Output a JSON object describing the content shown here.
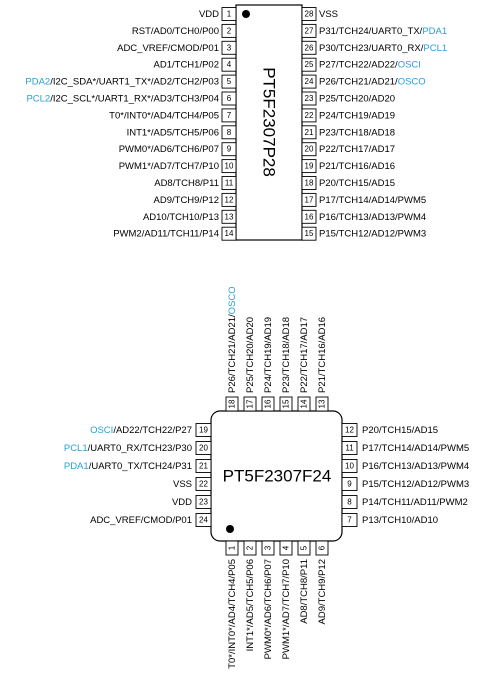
{
  "accent_color": "#2a9fd6",
  "chip28": {
    "name": "PT5F2307P28",
    "left": [
      {
        "num": "1",
        "segs": [
          {
            "t": "VDD"
          }
        ]
      },
      {
        "num": "2",
        "segs": [
          {
            "t": "RST/AD0/TCH0/P00"
          }
        ]
      },
      {
        "num": "3",
        "segs": [
          {
            "t": "ADC_VREF/CMOD/P01"
          }
        ]
      },
      {
        "num": "4",
        "segs": [
          {
            "t": "AD1/TCH1/P02"
          }
        ]
      },
      {
        "num": "5",
        "segs": [
          {
            "t": "PDA2",
            "c": 1
          },
          {
            "t": "/I2C_SDA*/UART1_TX*/AD2/TCH2/P03"
          }
        ]
      },
      {
        "num": "6",
        "segs": [
          {
            "t": "PCL2",
            "c": 1
          },
          {
            "t": "/I2C_SCL*/UART1_RX*/AD3/TCH3/P04"
          }
        ]
      },
      {
        "num": "7",
        "segs": [
          {
            "t": "T0*/INT0*/AD4/TCH4/P05"
          }
        ]
      },
      {
        "num": "8",
        "segs": [
          {
            "t": "INT1*/AD5/TCH5/P06"
          }
        ]
      },
      {
        "num": "9",
        "segs": [
          {
            "t": "PWM0*/AD6/TCH6/P07"
          }
        ]
      },
      {
        "num": "10",
        "segs": [
          {
            "t": "PWM1*/AD7/TCH7/P10"
          }
        ]
      },
      {
        "num": "11",
        "segs": [
          {
            "t": "AD8/TCH8/P11"
          }
        ]
      },
      {
        "num": "12",
        "segs": [
          {
            "t": "AD9/TCH9/P12"
          }
        ]
      },
      {
        "num": "13",
        "segs": [
          {
            "t": "AD10/TCH10/P13"
          }
        ]
      },
      {
        "num": "14",
        "segs": [
          {
            "t": "PWM2/AD11/TCH11/P14"
          }
        ]
      }
    ],
    "right": [
      {
        "num": "28",
        "segs": [
          {
            "t": "VSS"
          }
        ]
      },
      {
        "num": "27",
        "segs": [
          {
            "t": "P31/TCH24/UART0_TX/"
          },
          {
            "t": "PDA1",
            "c": 1
          }
        ]
      },
      {
        "num": "26",
        "segs": [
          {
            "t": "P30/TCH23/UART0_RX/"
          },
          {
            "t": "PCL1",
            "c": 1
          }
        ]
      },
      {
        "num": "25",
        "segs": [
          {
            "t": "P27/TCH22/AD22/"
          },
          {
            "t": "OSCI",
            "c": 1
          }
        ]
      },
      {
        "num": "24",
        "segs": [
          {
            "t": "P26/TCH21/AD21/"
          },
          {
            "t": "OSCO",
            "c": 1
          }
        ]
      },
      {
        "num": "23",
        "segs": [
          {
            "t": "P25/TCH20/AD20"
          }
        ]
      },
      {
        "num": "22",
        "segs": [
          {
            "t": "P24/TCH19/AD19"
          }
        ]
      },
      {
        "num": "21",
        "segs": [
          {
            "t": "P23/TCH18/AD18"
          }
        ]
      },
      {
        "num": "20",
        "segs": [
          {
            "t": "P22/TCH17/AD17"
          }
        ]
      },
      {
        "num": "19",
        "segs": [
          {
            "t": "P21/TCH16/AD16"
          }
        ]
      },
      {
        "num": "18",
        "segs": [
          {
            "t": "P20/TCH15/AD15"
          }
        ]
      },
      {
        "num": "17",
        "segs": [
          {
            "t": "P17/TCH14/AD14/PWM5"
          }
        ]
      },
      {
        "num": "16",
        "segs": [
          {
            "t": "P16/TCH13/AD13/PWM4"
          }
        ]
      },
      {
        "num": "15",
        "segs": [
          {
            "t": "P15/TCH12/AD12/PWM3"
          }
        ]
      }
    ]
  },
  "chip24": {
    "name": "PT5F2307F24",
    "top": [
      {
        "num": "18",
        "segs": [
          {
            "t": "P26/TCH21/AD21/"
          },
          {
            "t": "OSCO",
            "c": 1
          }
        ]
      },
      {
        "num": "17",
        "segs": [
          {
            "t": "P25/TCH20/AD20"
          }
        ]
      },
      {
        "num": "16",
        "segs": [
          {
            "t": "P24/TCH19/AD19"
          }
        ]
      },
      {
        "num": "15",
        "segs": [
          {
            "t": "P23/TCH18/AD18"
          }
        ]
      },
      {
        "num": "14",
        "segs": [
          {
            "t": "P22/TCH17/AD17"
          }
        ]
      },
      {
        "num": "13",
        "segs": [
          {
            "t": "P21/TCH16/AD16"
          }
        ]
      }
    ],
    "left": [
      {
        "num": "19",
        "segs": [
          {
            "t": "OSCI",
            "c": 1
          },
          {
            "t": "/AD22/TCH22/P27"
          }
        ]
      },
      {
        "num": "20",
        "segs": [
          {
            "t": "PCL1",
            "c": 1
          },
          {
            "t": "/UART0_RX/TCH23/P30"
          }
        ]
      },
      {
        "num": "21",
        "segs": [
          {
            "t": "PDA1",
            "c": 1
          },
          {
            "t": "/UART0_TX/TCH24/P31"
          }
        ]
      },
      {
        "num": "22",
        "segs": [
          {
            "t": "VSS"
          }
        ]
      },
      {
        "num": "23",
        "segs": [
          {
            "t": "VDD"
          }
        ]
      },
      {
        "num": "24",
        "segs": [
          {
            "t": "ADC_VREF/CMOD/P01"
          }
        ]
      }
    ],
    "right": [
      {
        "num": "12",
        "segs": [
          {
            "t": "P20/TCH15/AD15"
          }
        ]
      },
      {
        "num": "11",
        "segs": [
          {
            "t": "P17/TCH14/AD14/PWM5"
          }
        ]
      },
      {
        "num": "10",
        "segs": [
          {
            "t": "P16/TCH13/AD13/PWM4"
          }
        ]
      },
      {
        "num": "9",
        "segs": [
          {
            "t": "P15/TCH12/AD12/PWM3"
          }
        ]
      },
      {
        "num": "8",
        "segs": [
          {
            "t": "P14/TCH11/AD11/PWM2"
          }
        ]
      },
      {
        "num": "7",
        "segs": [
          {
            "t": "P13/TCH10/AD10"
          }
        ]
      }
    ],
    "bottom": [
      {
        "num": "1",
        "segs": [
          {
            "t": "T0*/INT0*/AD4/TCH4/P05"
          }
        ]
      },
      {
        "num": "2",
        "segs": [
          {
            "t": "INT1*/AD5/TCH5/P06"
          }
        ]
      },
      {
        "num": "3",
        "segs": [
          {
            "t": "PWM0*/AD6/TCH6/P07"
          }
        ]
      },
      {
        "num": "4",
        "segs": [
          {
            "t": "PWM1*/AD7/TCH7/P10"
          }
        ]
      },
      {
        "num": "5",
        "segs": [
          {
            "t": "AD8/TCH8/P11"
          }
        ]
      },
      {
        "num": "6",
        "segs": [
          {
            "t": "AD9/TCH9/P12"
          }
        ]
      }
    ]
  }
}
